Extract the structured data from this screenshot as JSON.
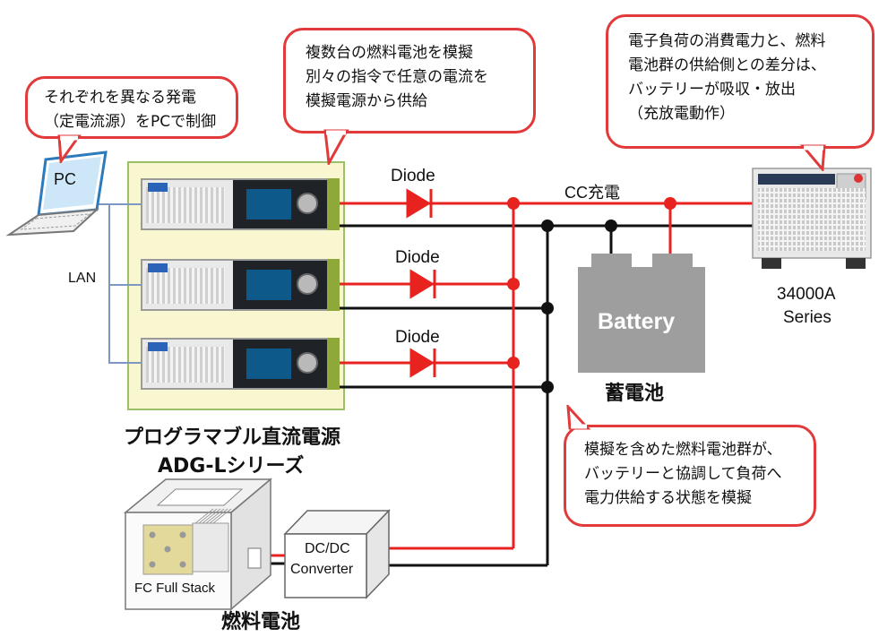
{
  "callouts": {
    "pc_control": [
      "それぞれを異なる発電",
      "（定電流源）をPCで制御"
    ],
    "emulation": [
      "複数台の燃料電池を模擬",
      "別々の指令で任意の電流を",
      "模擬電源から供給"
    ],
    "battery_diff": [
      "電子負荷の消費電力と、燃料",
      "電池群の供給側との差分は、",
      "バッテリーが吸収・放出",
      "（充放電動作）"
    ],
    "coordination": [
      "模擬を含めた燃料電池群が、",
      "バッテリーと協調して負荷へ",
      "電力供給する状態を模擬"
    ]
  },
  "labels": {
    "pc": "PC",
    "lan": "LAN",
    "diode": "Diode",
    "cc_charge": "CC充電",
    "battery": "Battery",
    "battery_jp": "蓄電池",
    "load_model": "34000A",
    "load_series": "Series",
    "psu_title": "プログラマブル直流電源",
    "psu_series": "ADG-Lシリーズ",
    "dcdc_line1": "DC/DC",
    "dcdc_line2": "Converter",
    "fc_stack": "FC Full Stack",
    "fuel_cell": "燃料電池"
  },
  "colors": {
    "positive_line": "#e8221f",
    "negative_line": "#111111",
    "callout_border": "#e23a3a",
    "psu_panel_bg": "#f8f7cf",
    "battery_fill": "#9e9e9e",
    "lan_line": "#7d97c2"
  }
}
